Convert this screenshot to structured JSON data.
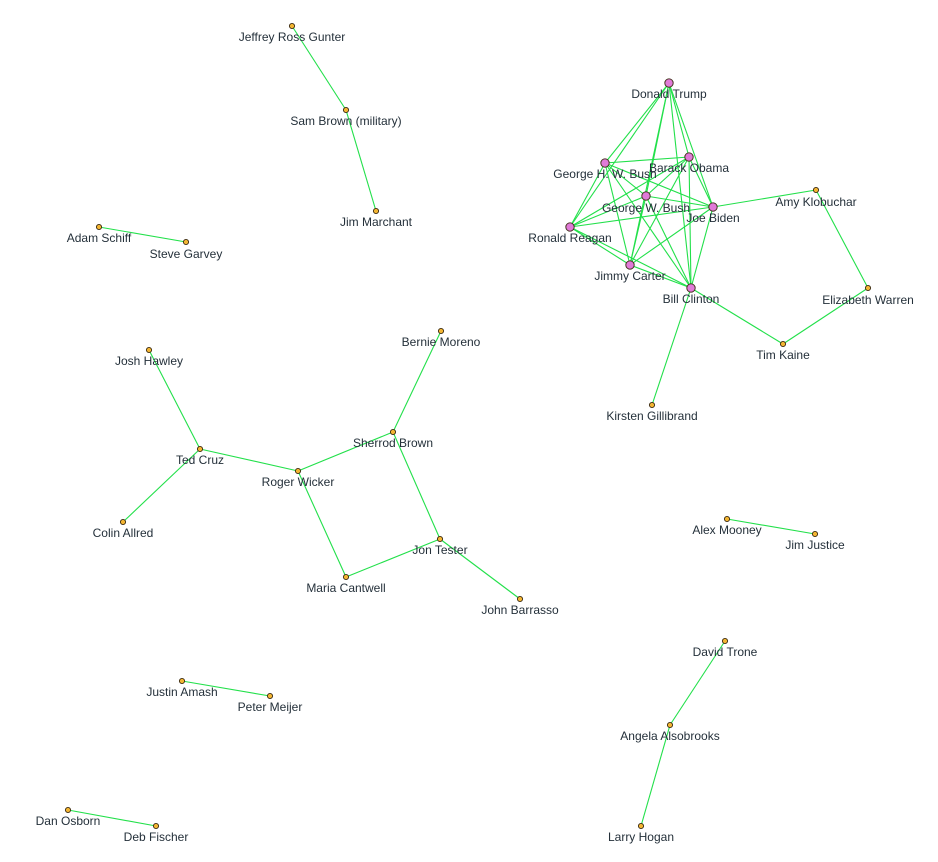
{
  "colors": {
    "edge": "#22e04a",
    "hub_node": "#e07ad8",
    "regular_node": "#f3b532",
    "node_stroke": "#3a2a10",
    "label": "#24303a"
  },
  "nodes": [
    {
      "id": "jeffrey_ross_gunter",
      "label": "Jeffrey Ross Gunter",
      "type": "regular"
    },
    {
      "id": "sam_brown",
      "label": "Sam Brown (military)",
      "type": "regular"
    },
    {
      "id": "jim_marchant",
      "label": "Jim Marchant",
      "type": "regular"
    },
    {
      "id": "adam_schiff",
      "label": "Adam Schiff",
      "type": "regular"
    },
    {
      "id": "steve_garvey",
      "label": "Steve Garvey",
      "type": "regular"
    },
    {
      "id": "donald_trump",
      "label": "Donald Trump",
      "type": "hub"
    },
    {
      "id": "barack_obama",
      "label": "Barack Obama",
      "type": "hub"
    },
    {
      "id": "george_hw_bush",
      "label": "George H. W. Bush",
      "type": "hub"
    },
    {
      "id": "george_w_bush",
      "label": "George W. Bush",
      "type": "hub"
    },
    {
      "id": "joe_biden",
      "label": "Joe Biden",
      "type": "hub"
    },
    {
      "id": "ronald_reagan",
      "label": "Ronald Reagan",
      "type": "hub"
    },
    {
      "id": "jimmy_carter",
      "label": "Jimmy Carter",
      "type": "hub"
    },
    {
      "id": "bill_clinton",
      "label": "Bill Clinton",
      "type": "hub"
    },
    {
      "id": "amy_klobuchar",
      "label": "Amy Klobuchar",
      "type": "regular"
    },
    {
      "id": "elizabeth_warren",
      "label": "Elizabeth Warren",
      "type": "regular"
    },
    {
      "id": "tim_kaine",
      "label": "Tim Kaine",
      "type": "regular"
    },
    {
      "id": "kirsten_gillibrand",
      "label": "Kirsten Gillibrand",
      "type": "regular"
    },
    {
      "id": "josh_hawley",
      "label": "Josh Hawley",
      "type": "regular"
    },
    {
      "id": "ted_cruz",
      "label": "Ted Cruz",
      "type": "regular"
    },
    {
      "id": "colin_allred",
      "label": "Colin Allred",
      "type": "regular"
    },
    {
      "id": "bernie_moreno",
      "label": "Bernie Moreno",
      "type": "regular"
    },
    {
      "id": "sherrod_brown",
      "label": "Sherrod Brown",
      "type": "regular"
    },
    {
      "id": "roger_wicker",
      "label": "Roger Wicker",
      "type": "regular"
    },
    {
      "id": "jon_tester",
      "label": "Jon Tester",
      "type": "regular"
    },
    {
      "id": "maria_cantwell",
      "label": "Maria Cantwell",
      "type": "regular"
    },
    {
      "id": "john_barrasso",
      "label": "John Barrasso",
      "type": "regular"
    },
    {
      "id": "alex_mooney",
      "label": "Alex Mooney",
      "type": "regular"
    },
    {
      "id": "jim_justice",
      "label": "Jim Justice",
      "type": "regular"
    },
    {
      "id": "david_trone",
      "label": "David Trone",
      "type": "regular"
    },
    {
      "id": "angela_alsobrooks",
      "label": "Angela Alsobrooks",
      "type": "regular"
    },
    {
      "id": "larry_hogan",
      "label": "Larry Hogan",
      "type": "regular"
    },
    {
      "id": "justin_amash",
      "label": "Justin Amash",
      "type": "regular"
    },
    {
      "id": "peter_meijer",
      "label": "Peter Meijer",
      "type": "regular"
    },
    {
      "id": "dan_osborn",
      "label": "Dan Osborn",
      "type": "regular"
    },
    {
      "id": "deb_fischer",
      "label": "Deb Fischer",
      "type": "regular"
    }
  ],
  "edges": [
    [
      "jeffrey_ross_gunter",
      "sam_brown"
    ],
    [
      "sam_brown",
      "jim_marchant"
    ],
    [
      "adam_schiff",
      "steve_garvey"
    ],
    [
      "donald_trump",
      "george_hw_bush"
    ],
    [
      "donald_trump",
      "barack_obama"
    ],
    [
      "donald_trump",
      "george_w_bush"
    ],
    [
      "donald_trump",
      "joe_biden"
    ],
    [
      "donald_trump",
      "ronald_reagan"
    ],
    [
      "donald_trump",
      "jimmy_carter"
    ],
    [
      "donald_trump",
      "bill_clinton"
    ],
    [
      "george_hw_bush",
      "barack_obama"
    ],
    [
      "george_hw_bush",
      "george_w_bush"
    ],
    [
      "george_hw_bush",
      "joe_biden"
    ],
    [
      "george_hw_bush",
      "ronald_reagan"
    ],
    [
      "george_hw_bush",
      "jimmy_carter"
    ],
    [
      "george_hw_bush",
      "bill_clinton"
    ],
    [
      "barack_obama",
      "george_w_bush"
    ],
    [
      "barack_obama",
      "joe_biden"
    ],
    [
      "barack_obama",
      "ronald_reagan"
    ],
    [
      "barack_obama",
      "jimmy_carter"
    ],
    [
      "barack_obama",
      "bill_clinton"
    ],
    [
      "george_w_bush",
      "joe_biden"
    ],
    [
      "george_w_bush",
      "ronald_reagan"
    ],
    [
      "george_w_bush",
      "jimmy_carter"
    ],
    [
      "george_w_bush",
      "bill_clinton"
    ],
    [
      "joe_biden",
      "ronald_reagan"
    ],
    [
      "joe_biden",
      "jimmy_carter"
    ],
    [
      "joe_biden",
      "bill_clinton"
    ],
    [
      "ronald_reagan",
      "jimmy_carter"
    ],
    [
      "ronald_reagan",
      "bill_clinton"
    ],
    [
      "jimmy_carter",
      "bill_clinton"
    ],
    [
      "joe_biden",
      "amy_klobuchar"
    ],
    [
      "amy_klobuchar",
      "elizabeth_warren"
    ],
    [
      "elizabeth_warren",
      "tim_kaine"
    ],
    [
      "bill_clinton",
      "tim_kaine"
    ],
    [
      "bill_clinton",
      "kirsten_gillibrand"
    ],
    [
      "josh_hawley",
      "ted_cruz"
    ],
    [
      "ted_cruz",
      "colin_allred"
    ],
    [
      "ted_cruz",
      "roger_wicker"
    ],
    [
      "roger_wicker",
      "sherrod_brown"
    ],
    [
      "roger_wicker",
      "maria_cantwell"
    ],
    [
      "sherrod_brown",
      "bernie_moreno"
    ],
    [
      "sherrod_brown",
      "jon_tester"
    ],
    [
      "maria_cantwell",
      "jon_tester"
    ],
    [
      "jon_tester",
      "john_barrasso"
    ],
    [
      "alex_mooney",
      "jim_justice"
    ],
    [
      "david_trone",
      "angela_alsobrooks"
    ],
    [
      "angela_alsobrooks",
      "larry_hogan"
    ],
    [
      "justin_amash",
      "peter_meijer"
    ],
    [
      "dan_osborn",
      "deb_fischer"
    ]
  ]
}
